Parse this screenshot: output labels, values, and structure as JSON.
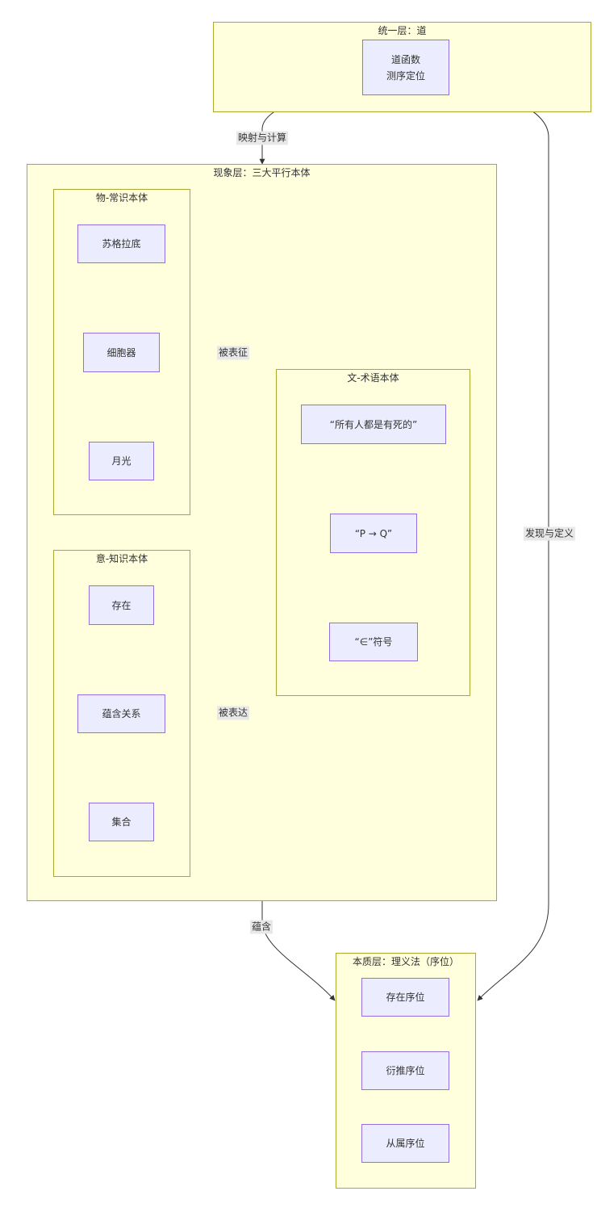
{
  "clusters": {
    "unity": {
      "title": "统一层：道"
    },
    "phenomenon": {
      "title": "现象层：三大平行本体"
    },
    "wu": {
      "title": "物-常识本体"
    },
    "yi": {
      "title": "意-知识本体"
    },
    "wen": {
      "title": "文-术语本体"
    },
    "essence": {
      "title": "本质层：理义法（序位）"
    }
  },
  "nodes": {
    "dao": {
      "line1": "道函数",
      "line2": "测序定位"
    },
    "socrates": "苏格拉底",
    "organelle": "细胞器",
    "moonlight": "月光",
    "existence": "存在",
    "implication": "蕴含关系",
    "set": "集合",
    "all_mortal": "“所有人都是有死的”",
    "p_to_q": "“P → Q”",
    "member_symbol": "“∈”符号",
    "exist_order": "存在序位",
    "derive_order": "衍推序位",
    "subordinate_order": "从属序位"
  },
  "edges": {
    "map_compute": "映射与计算",
    "discover_define": "发现与定义",
    "represented": "被表征",
    "expressed": "被表达",
    "implies": "蕴含"
  },
  "colors": {
    "cluster_fill": "#ffffde",
    "cluster_border": "#aaaa33",
    "node_fill": "#ececff",
    "node_border": "#9370db",
    "edge": "#333333",
    "label_bg": "#e8e8e8"
  }
}
